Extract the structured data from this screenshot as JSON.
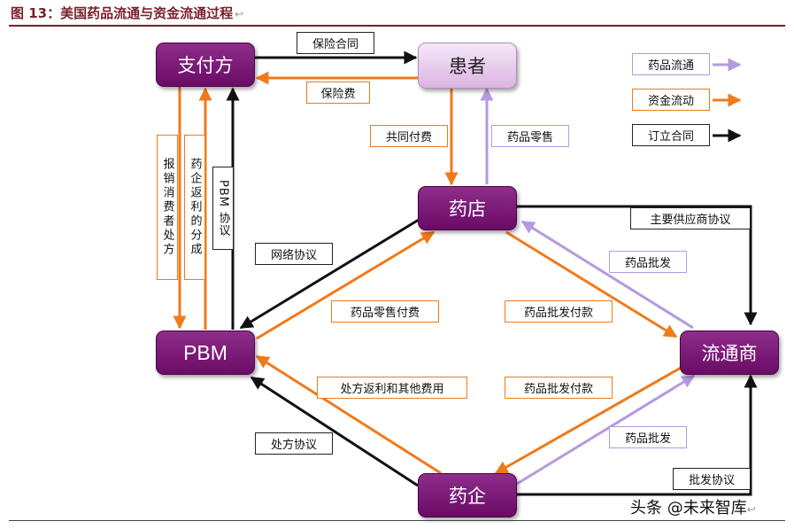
{
  "caption": {
    "title": "图 13：美国药品流通与资金流通过程",
    "mark": "↩"
  },
  "colors": {
    "drug_flow": "#b49ae0",
    "fund_flow": "#f07a1a",
    "contract": "#111111",
    "node": "#7a1772",
    "patient": "#ecd2f0"
  },
  "nodes": {
    "payer": "支付方",
    "patient": "患者",
    "pharmacy": "药店",
    "pbm": "PBM",
    "distributor": "流通商",
    "pharma": "药企"
  },
  "legend": {
    "drug_flow": "药品流通",
    "fund_flow": "资金流动",
    "contract": "订立合同"
  },
  "labels": {
    "insurance_contract": "保险合同",
    "premium": "保险费",
    "copay": "共同付费",
    "drug_retail": "药品零售",
    "reimbursement": "报销消费者处方",
    "drug_rebate_share": "药企返利的分成",
    "pbm_agreement": "PBM 协议",
    "network_agreement": "网络协议",
    "retail_payment": "药品零售付费",
    "wholesale_payment_top": "药品批发付款",
    "wholesale_top": "药品批发",
    "primary_supplier_agreement": "主要供应商协议",
    "rebate_other_fees": "处方返利和其他费用",
    "wholesale_payment_bottom": "药品批发付款",
    "wholesale_bottom": "药品批发",
    "prescription_agreement": "处方协议",
    "wholesale_agreement": "批发协议"
  },
  "watermark": {
    "text": "头条 @未来智库",
    "mark": "↩"
  }
}
